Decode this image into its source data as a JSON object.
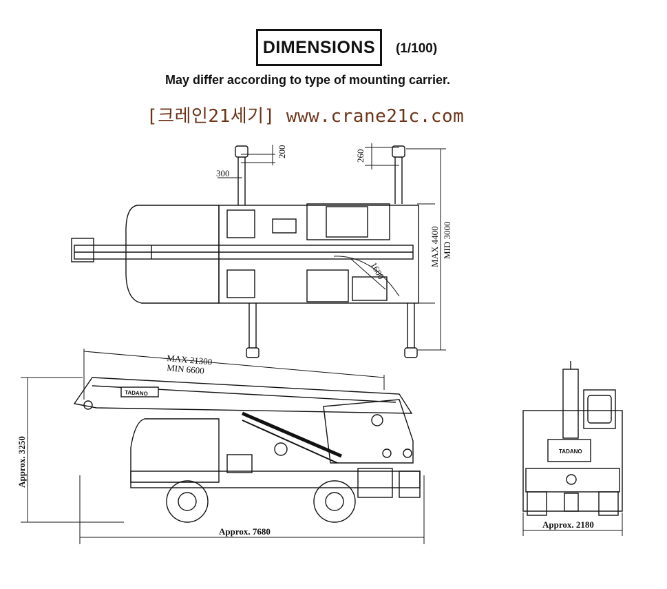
{
  "header": {
    "title": "DIMENSIONS",
    "scale": "(1/100)",
    "note": "May differ according to type of mounting carrier.",
    "watermark": "[크레인21세기] www.crane21c.com"
  },
  "top_view": {
    "outrigger_offset": "300",
    "outrigger_top": "200",
    "outrigger_rear": "260",
    "slew_radius": "1600",
    "width_max": "MAX 4400",
    "width_mid": "MID 3000"
  },
  "side_view": {
    "boom_max": "MAX 21300",
    "boom_min": "MIN 6600",
    "height": "Approx. 3250",
    "length": "Approx. 7680",
    "boom_brand": "TADANO"
  },
  "rear_view": {
    "width": "Approx. 2180",
    "brand": "TADANO"
  }
}
